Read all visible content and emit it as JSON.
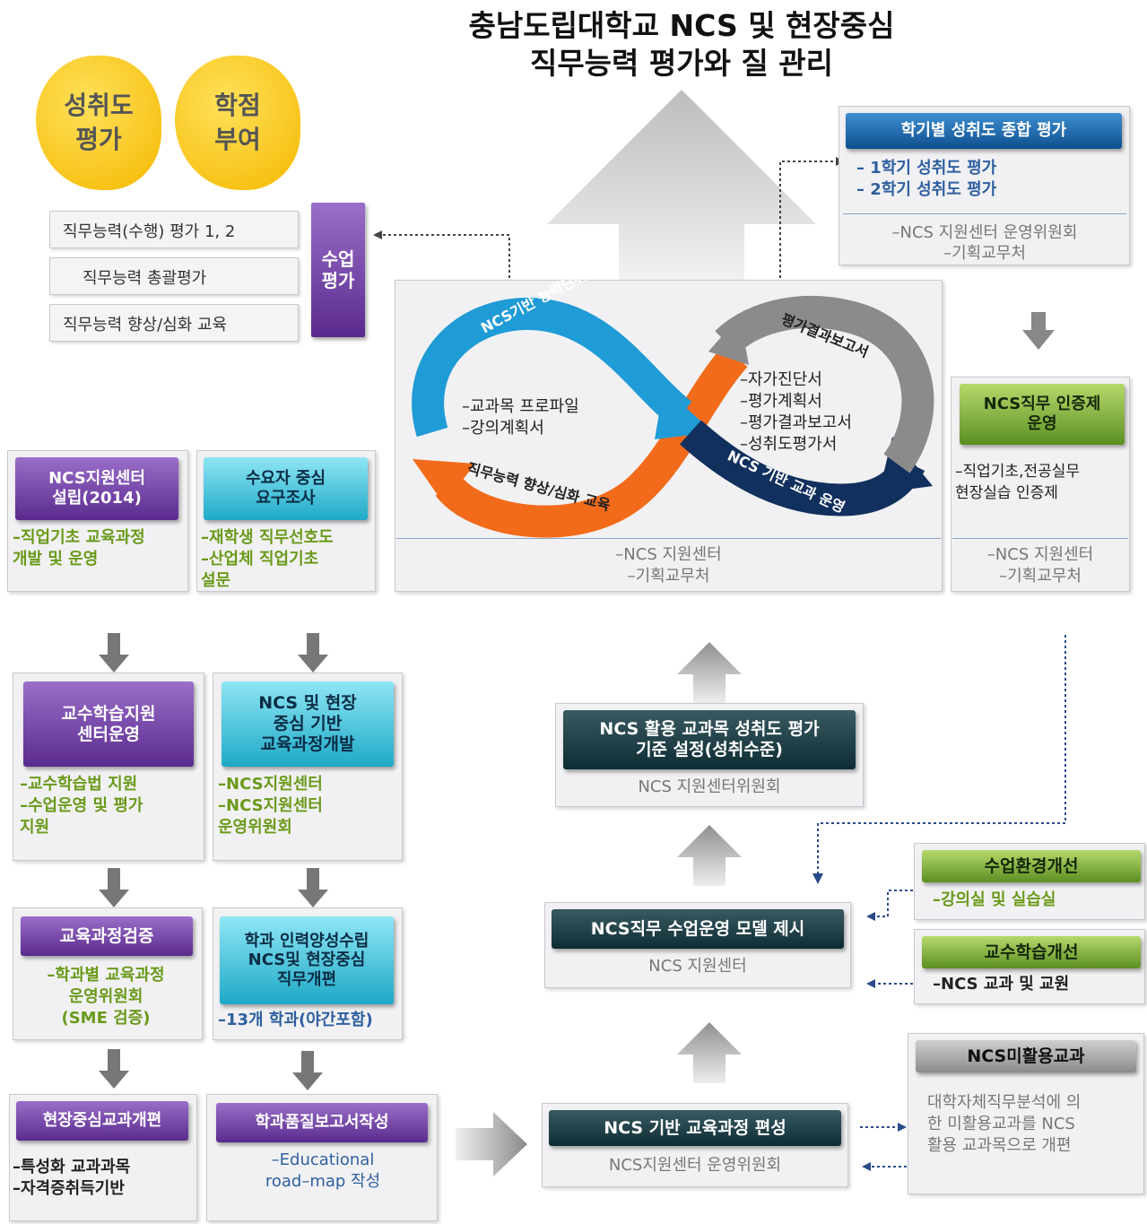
{
  "title": {
    "line1": "충남도립대학교 NCS 및 현장중심",
    "line2": "직무능력 평가와 질 관리"
  },
  "blobs": {
    "achievement": "성취도\n평가",
    "credit": "학점\n부여"
  },
  "class_eval": {
    "items": [
      "직무능력(수행) 평가 1, 2",
      "직무능력 총괄평가",
      "직무능력 향상/심화 교육"
    ],
    "label": "수업\n평가"
  },
  "semester_eval": {
    "header": "학기별 성취도 종합 평가",
    "items": [
      "– 1학기 성취도 평가",
      "– 2학기 성취도 평가"
    ],
    "footer1": "–NCS 지원센터 운영위원회",
    "footer2": "–기획교무처"
  },
  "cycle": {
    "arc_top_left": "NCS기반 능력단위 수행준거",
    "arc_top_right": "평가결과보고서",
    "arc_bottom_left": "직무능력 향상/심화 교육",
    "arc_bottom_right": "NCS 기반 교과 운영",
    "left_items": [
      "–교과목 프로파일",
      "–강의계획서"
    ],
    "right_items": [
      "–자가진단서",
      "–평가계획서",
      "–평가결과보고서",
      "–성취도평가서"
    ],
    "footer1": "–NCS 지원센터",
    "footer2": "–기획교무처"
  },
  "cert": {
    "header": "NCS직무 인증제\n운영",
    "body": "–직업기초,전공실무\n현장실습 인증제",
    "footer1": "–NCS 지원센터",
    "footer2": "–기획교무처"
  },
  "center_est": {
    "header": "NCS지원센터\n설립(2014)",
    "body": "–직업기초 교육과정\n개발  및 운영"
  },
  "survey": {
    "header": "수요자 중심\n요구조사",
    "body": "–재학생 직무선호도\n–산업체 직업기초\n설문"
  },
  "teach_center": {
    "header": "교수학습지원\n센터운영",
    "body": "–교수학습법 지원\n–수업운영 및 평가\n지원"
  },
  "curr_dev": {
    "header": "NCS 및 현장\n중심 기반\n교육과정개발",
    "body": "–NCS지원센터\n–NCS지원센터\n운영위원회"
  },
  "curr_verify": {
    "header": "교육과정검증",
    "body": "–학과별 교육과정\n운영위원회\n(SME 검증)"
  },
  "dept_plan": {
    "header": "학과 인력양성수립\nNCS및 현장중심\n직무개편",
    "body": "–13개 학과(야간포함)"
  },
  "field_reform": {
    "header": "현장중심교과개편",
    "body": "–특성화 교과과목\n–자격증취득기반"
  },
  "quality_report": {
    "header": "학과품질보고서작성",
    "body": "–Educational\nroad–map 작성"
  },
  "criteria": {
    "header": "NCS 활용 교과목 성취도 평가\n기준 설정(성취수준)",
    "footer": "NCS 지원센터위원회"
  },
  "model": {
    "header": "NCS직무 수업운영 모델 제시",
    "footer": "NCS 지원센터"
  },
  "base_curr": {
    "header": "NCS 기반 교육과정 편성",
    "footer": "NCS지원센터 운영위원회"
  },
  "env": {
    "header": "수업환경개선",
    "body": "–강의실 및 실습실"
  },
  "teach_improve": {
    "header": "교수학습개선",
    "body": "–NCS 교과 및 교원"
  },
  "unused": {
    "header": "NCS미활용교과",
    "body": "대학자체직무분석에 의\n한 미활용교과를 NCS\n활용 교과목으로 개편"
  },
  "colors": {
    "purple": "#5a2b8e",
    "cyan": "#1ea9c7",
    "green": "#5c8f22",
    "teal": "#0d2c33",
    "orange": "#f26b1a",
    "blue": "#1f9bd6",
    "navy": "#12305e",
    "gray": "#8b8b8b"
  }
}
